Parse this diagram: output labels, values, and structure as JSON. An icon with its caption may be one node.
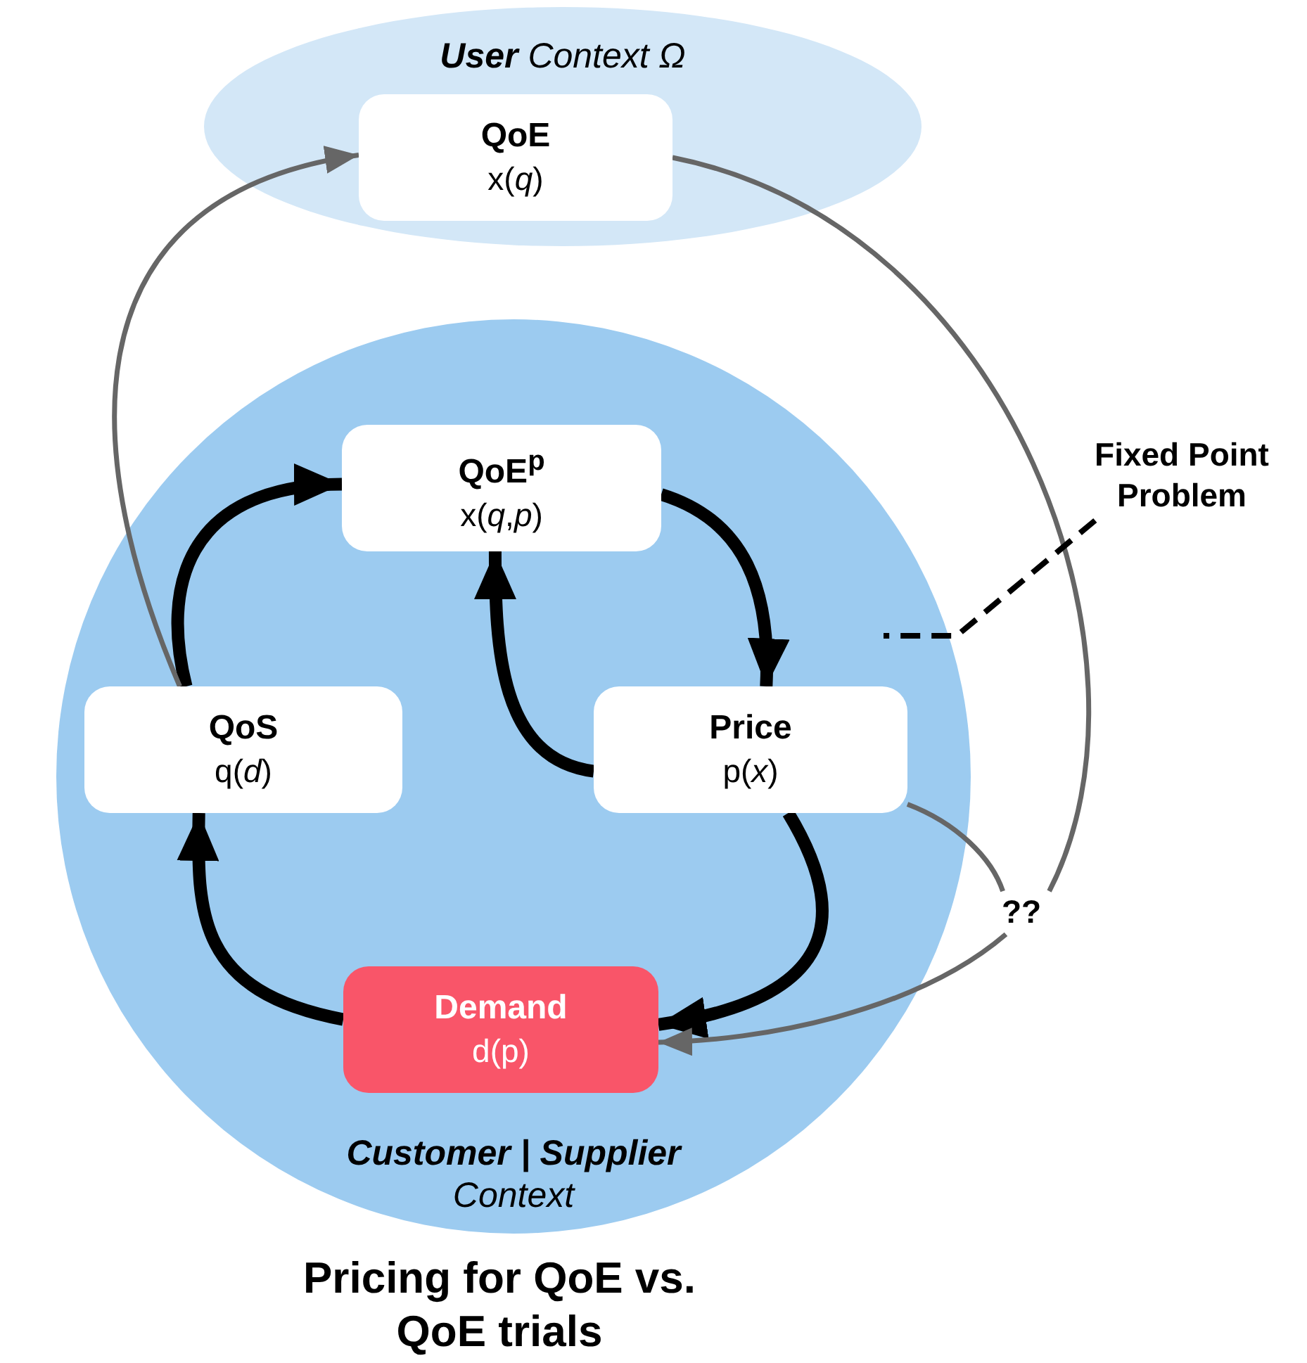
{
  "diagram": {
    "caption": "Pricing for QoE vs. QoE trials",
    "nodes": [
      {
        "text": [
          "**User** Context Ω"
        ]
      },
      {
        "text": [
          "QoE",
          "x(*q*)"
        ],
        "in": 0
      },
      {
        "text": [
          "**Customer | Supplier** Context"
        ]
      },
      {
        "text": [
          "QoE$^{p}$",
          "x(*q*,*p*)"
        ],
        "in": 2
      },
      {
        "text": [
          "QoS",
          "q(*d*)"
        ],
        "in": 2
      },
      {
        "text": [
          "Price",
          "p(*x*)"
        ],
        "in": 2
      },
      {
        "text": [
          "Demand",
          "d(p)"
        ],
        "in": 2
      },
      {
        "text": [
          "??"
        ]
      },
      {
        "text": [
          "Fixed Point Problem"
        ]
      }
    ],
    "edges": [
      {
        "from": 4,
        "to": 3,
        "arrow": "to",
        "style": "thick"
      },
      {
        "from": 3,
        "to": 5,
        "arrow": "to",
        "style": "thick"
      },
      {
        "from": 5,
        "to": 3,
        "arrow": "to",
        "style": "thick"
      },
      {
        "from": 5,
        "to": 6,
        "arrow": "to",
        "style": "thick"
      },
      {
        "from": 6,
        "to": 4,
        "arrow": "to",
        "style": "thick"
      },
      {
        "from": 4,
        "to": 1,
        "arrow": "to",
        "color": "#666666"
      },
      {
        "from": 1,
        "to": 7,
        "arrow": "none",
        "color": "#666666"
      },
      {
        "from": 5,
        "to": 7,
        "arrow": "none",
        "color": "#666666"
      },
      {
        "from": 7,
        "to": 6,
        "arrow": "to",
        "color": "#666666"
      },
      {
        "from": 8,
        "to": null,
        "arrow": "none",
        "style": "dashed"
      }
    ]
  }
}
